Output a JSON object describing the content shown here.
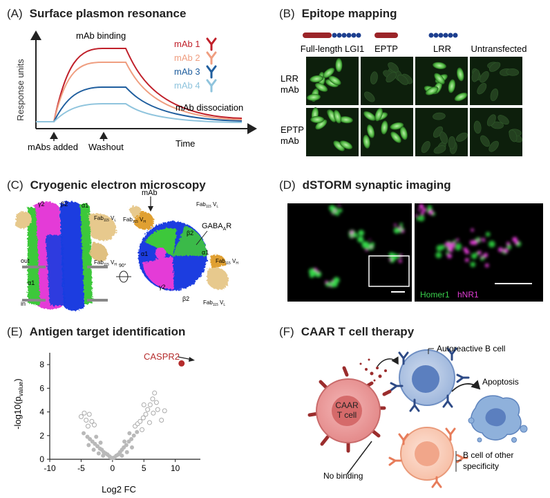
{
  "panels": {
    "A": {
      "letter": "(A)",
      "title": "Surface plasmon resonance",
      "ylabel": "Response units",
      "xlabel": "Time",
      "binding_label": "mAb binding",
      "dissociation_label": "mAb dissociation",
      "added_label": "mAbs added",
      "washout_label": "Washout",
      "legend": [
        {
          "label": "mAb 1",
          "color": "#c0202a"
        },
        {
          "label": "mAb 2",
          "color": "#ef9e80"
        },
        {
          "label": "mAb 3",
          "color": "#1f5e9e"
        },
        {
          "label": "mAb 4",
          "color": "#8fc4dd"
        }
      ]
    },
    "B": {
      "letter": "(B)",
      "title": "Epitope mapping",
      "columns": [
        "Full-length LGI1",
        "EPTP",
        "LRR",
        "Untransfected"
      ],
      "row_labels": [
        [
          "LRR",
          "mAb"
        ],
        [
          "EPTP",
          "mAb"
        ]
      ]
    },
    "C": {
      "letter": "(C)",
      "title": "Cryogenic electron microscopy",
      "labels": {
        "gamma2": "γ2",
        "beta2": "β2",
        "alpha1": "α1",
        "fab_vl": "Fab",
        "fab_sub": "115",
        "vl": "V",
        "vl_sub": "L",
        "vh_sub": "H",
        "out": "out",
        "in": "in",
        "mab": "mAb",
        "gaba": "GABA",
        "gaba_sub": "A",
        "gaba_end": "R",
        "rotation": "90°"
      }
    },
    "D": {
      "letter": "(D)",
      "title": "dSTORM synaptic imaging",
      "homer": "Homer1",
      "hnr": "hNR1"
    },
    "E": {
      "letter": "(E)",
      "title": "Antigen target identification",
      "ylabel_main": "-log10(p",
      "ylabel_sub": "value",
      "ylabel_end": ")",
      "xlabel": "Log2 FC",
      "highlight": "CASPR2",
      "highlight_color": "#b52c2c"
    },
    "F": {
      "letter": "(F)",
      "title": "CAAR T cell therapy",
      "tcell": [
        "CAAR",
        "T cell"
      ],
      "autoreactive": "Autoreactive B cell",
      "apoptosis": "Apoptosis",
      "other": [
        "B cell of other",
        "specificity"
      ],
      "nobinding": "No binding"
    }
  },
  "chart_data": {
    "type": "scatter",
    "xlabel": "Log2 FC",
    "ylabel": "-log10(pvalue)",
    "xlim": [
      -10,
      14
    ],
    "ylim": [
      0,
      9
    ],
    "xticks": [
      -10,
      -5,
      0,
      5,
      10
    ],
    "yticks": [
      0,
      2,
      4,
      6,
      8
    ],
    "highlight": {
      "label": "CASPR2",
      "x": 11,
      "y": 8.1
    },
    "series": [
      {
        "style": "filled-gray",
        "points": [
          [
            -4.6,
            2.2
          ],
          [
            -4,
            1.9
          ],
          [
            -3.6,
            1.7
          ],
          [
            -3.2,
            1.5
          ],
          [
            -2.8,
            1.3
          ],
          [
            -2.4,
            1.1
          ],
          [
            -2,
            0.9
          ],
          [
            -1.7,
            0.8
          ],
          [
            -1.4,
            0.6
          ],
          [
            -1.1,
            0.5
          ],
          [
            -0.8,
            0.4
          ],
          [
            -0.5,
            0.25
          ],
          [
            -0.3,
            0.15
          ],
          [
            0,
            0.1
          ],
          [
            0.3,
            0.15
          ],
          [
            0.6,
            0.3
          ],
          [
            0.9,
            0.4
          ],
          [
            1.2,
            0.6
          ],
          [
            1.5,
            0.8
          ],
          [
            1.8,
            1
          ],
          [
            2.2,
            1.2
          ],
          [
            2.6,
            1.5
          ],
          [
            3,
            1.7
          ],
          [
            3.4,
            2
          ],
          [
            3.9,
            2.3
          ],
          [
            -3.8,
            1.2
          ],
          [
            -3,
            0.8
          ],
          [
            -2.2,
            0.5
          ],
          [
            -1.5,
            0.3
          ],
          [
            1.5,
            0.3
          ],
          [
            2.3,
            0.6
          ],
          [
            3.1,
            1
          ],
          [
            -2.6,
            1.9
          ],
          [
            2.7,
            2.2
          ],
          [
            -1.9,
            1.4
          ],
          [
            1.9,
            1.5
          ]
        ]
      },
      {
        "style": "open-gray",
        "points": [
          [
            -5,
            3.6
          ],
          [
            -4.5,
            3.9
          ],
          [
            -4.2,
            3.3
          ],
          [
            -3.7,
            3.8
          ],
          [
            -3.3,
            3.2
          ],
          [
            -2.9,
            2.9
          ],
          [
            -3.9,
            2.8
          ],
          [
            3.6,
            2.8
          ],
          [
            4,
            3
          ],
          [
            4.4,
            3.2
          ],
          [
            4.9,
            3.5
          ],
          [
            5.3,
            3.8
          ],
          [
            5.6,
            4.2
          ],
          [
            6,
            4.6
          ],
          [
            6.4,
            5.1
          ],
          [
            6.7,
            5.6
          ],
          [
            7.2,
            4.2
          ],
          [
            7.8,
            3.3
          ],
          [
            8.3,
            4.1
          ],
          [
            4.7,
            2.5
          ],
          [
            5.9,
            3.1
          ],
          [
            6.5,
            3.9
          ],
          [
            7,
            4.8
          ],
          [
            5,
            4.6
          ]
        ]
      }
    ]
  }
}
